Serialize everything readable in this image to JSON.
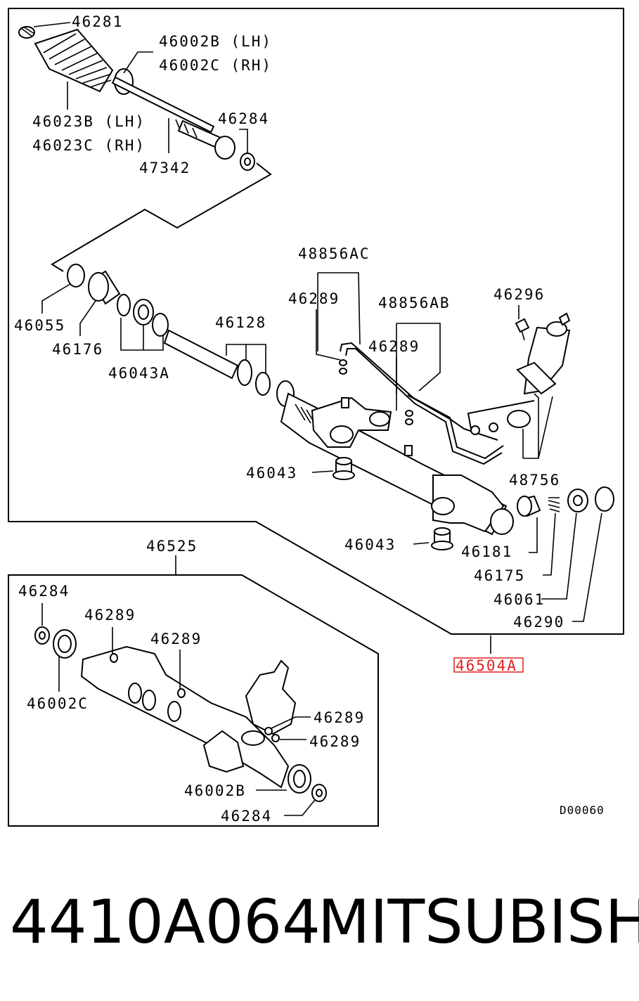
{
  "callouts": {
    "c46281": "46281",
    "c46002B_LH": "46002B (LH)",
    "c46002C_RH": "46002C (RH)",
    "c46023B_LH": "46023B (LH)",
    "c46023C_RH": "46023C (RH)",
    "c46284_top": "46284",
    "c47342": "47342",
    "c48856AC": "48856AC",
    "c46289_a": "46289",
    "c48856AB": "48856AB",
    "c46296": "46296",
    "c46289_b": "46289",
    "c46055": "46055",
    "c46128": "46128",
    "c46176": "46176",
    "c46043A": "46043A",
    "c46043_a": "46043",
    "c48756": "48756",
    "c46043_b": "46043",
    "c46181": "46181",
    "c46175": "46175",
    "c46061": "46061",
    "c46290": "46290",
    "c46525": "46525",
    "c46504A": "46504A",
    "c46284_l": "46284",
    "c46289_c": "46289",
    "c46289_d": "46289",
    "c46002C": "46002C",
    "c46289_e": "46289",
    "c46289_f": "46289",
    "c46002B": "46002B",
    "c46284_b": "46284"
  },
  "diagram_code": "D00060",
  "highlight_color": "#e02020",
  "footer": {
    "part_number": "4410A064",
    "brand": "MITSUBISHI"
  }
}
